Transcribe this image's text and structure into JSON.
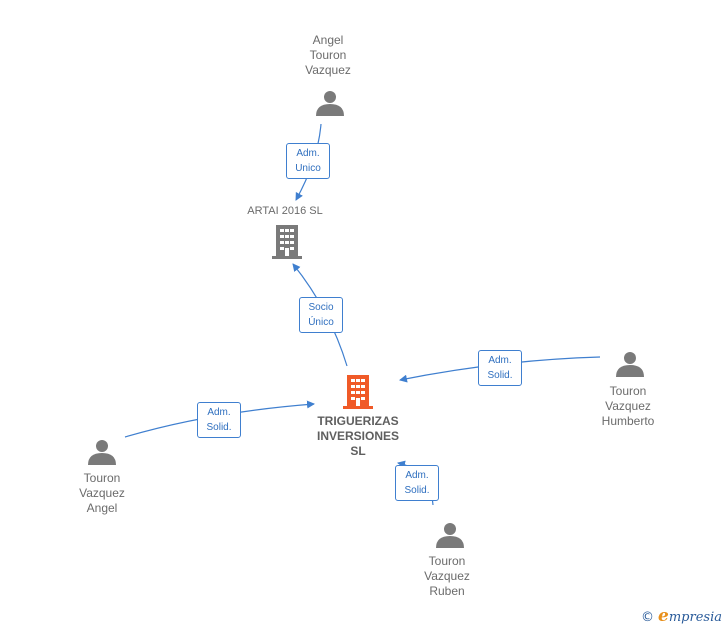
{
  "nodes": {
    "angel_top": {
      "label": "Angel\nTouron\nVazquez",
      "icon": "person-icon"
    },
    "artai": {
      "label": "ARTAI 2016  SL",
      "icon": "building-icon"
    },
    "trigue": {
      "label": "TRIGUERIZAS\nINVERSIONES\nSL",
      "icon": "building-icon",
      "color": "#f05a28"
    },
    "humberto": {
      "label": "Touron\nVazquez\nHumberto",
      "icon": "person-icon"
    },
    "angel_left": {
      "label": "Touron\nVazquez\nAngel",
      "icon": "person-icon"
    },
    "ruben": {
      "label": "Touron\nVazquez\nRuben",
      "icon": "person-icon"
    }
  },
  "edges": {
    "adm_unico": "Adm.\nUnico",
    "socio_unico": "Socio\nÚnico",
    "adm_solid_humberto": "Adm.\nSolid.",
    "adm_solid_angel": "Adm.\nSolid.",
    "adm_solid_ruben": "Adm.\nSolid."
  },
  "colors": {
    "edge": "#3f7fcf",
    "person": "#7a7a7a",
    "building": "#7a7a7a",
    "highlight": "#f05a28"
  },
  "brand": {
    "symbol": "©",
    "initial": "e",
    "rest": "mpresia"
  }
}
